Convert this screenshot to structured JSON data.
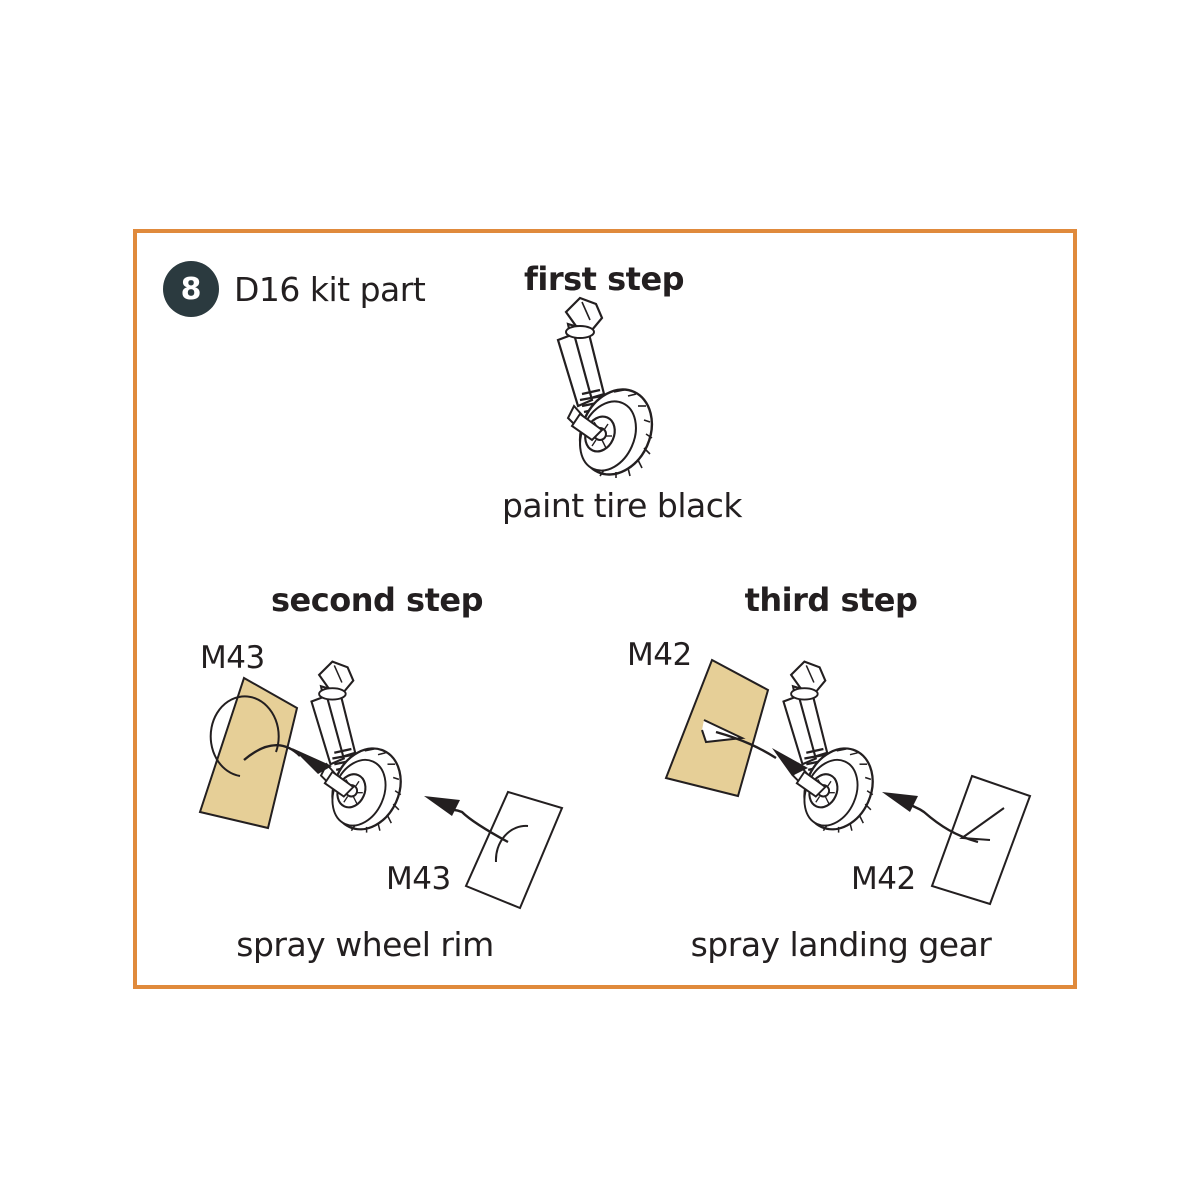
{
  "step_number": "8",
  "kit_part": "D16 kit part",
  "steps": [
    {
      "title": "first step",
      "caption": "paint tire black"
    },
    {
      "title": "second step",
      "caption": "spray wheel rim",
      "masks": [
        "M43",
        "M43"
      ]
    },
    {
      "title": "third step",
      "caption": "spray landing gear",
      "masks": [
        "M42",
        "M42"
      ]
    }
  ],
  "colors": {
    "frame": "#e08a3c",
    "badge": "#2b3a3f",
    "mask_fill": "#e6cf97",
    "line": "#231f20"
  }
}
